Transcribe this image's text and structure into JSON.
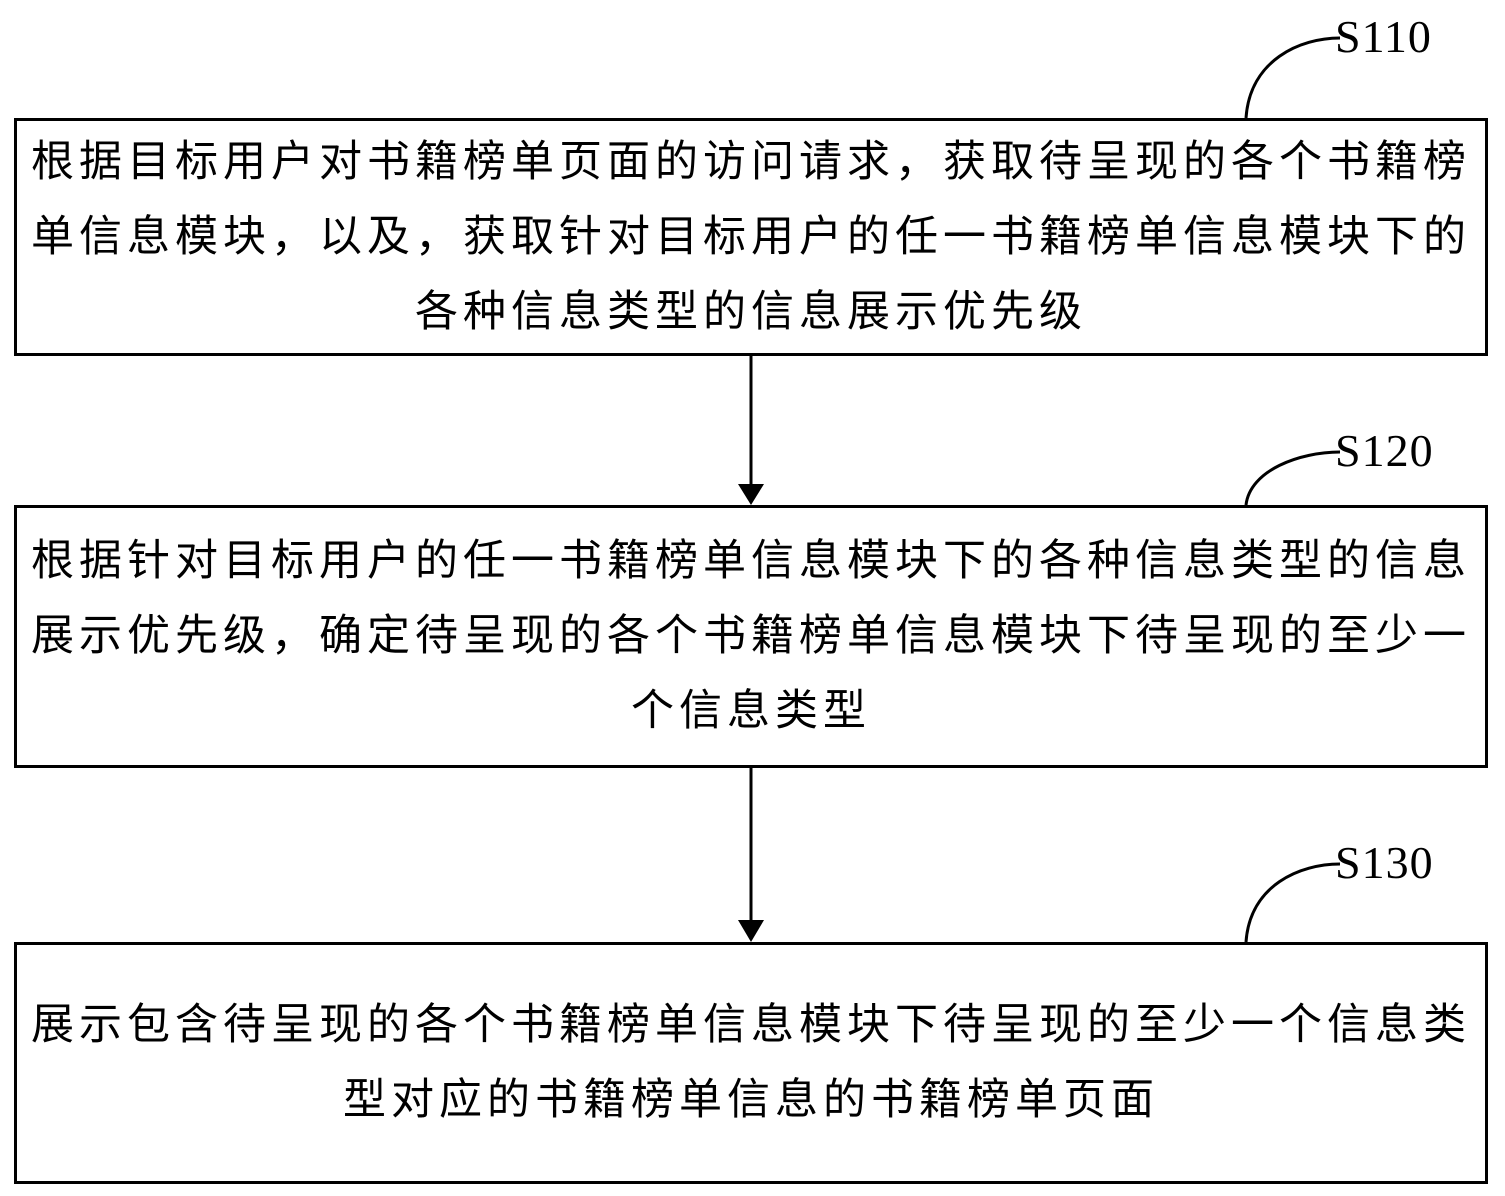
{
  "steps": [
    {
      "id": "S110",
      "label": "S110",
      "text": "根据目标用户对书籍榜单页面的访问请求，获取待呈现的各个书籍榜单信息模块，以及，获取针对目标用户的任一书籍榜单信息模块下的各种信息类型的信息展示优先级"
    },
    {
      "id": "S120",
      "label": "S120",
      "text": "根据针对目标用户的任一书籍榜单信息模块下的各种信息类型的信息展示优先级，确定待呈现的各个书籍榜单信息模块下待呈现的至少一个信息类型"
    },
    {
      "id": "S130",
      "label": "S130",
      "text": "展示包含待呈现的各个书籍榜单信息模块下待呈现的至少一个信息类型对应的书籍榜单信息的书籍榜单页面"
    }
  ],
  "colors": {
    "line": "#000000",
    "background": "#ffffff"
  }
}
